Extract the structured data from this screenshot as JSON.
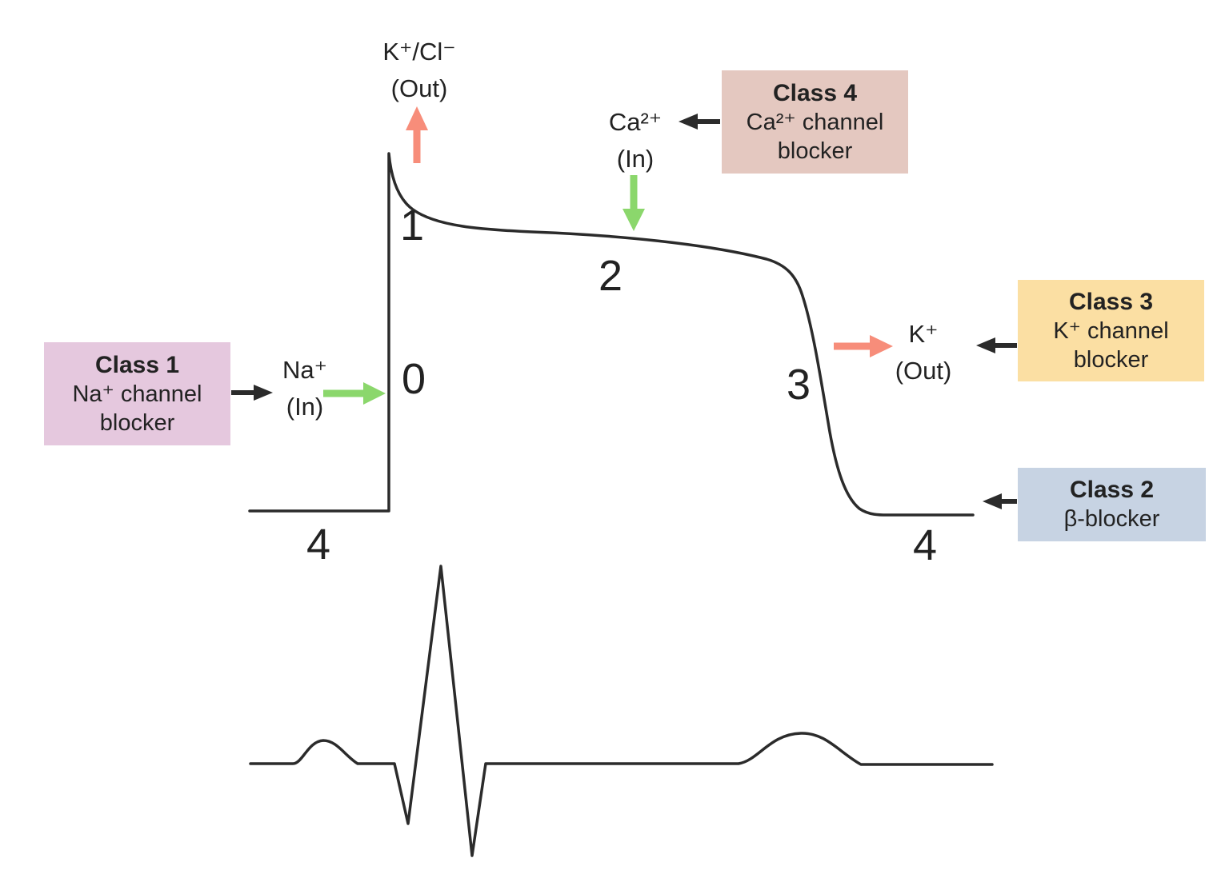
{
  "colors": {
    "background": "#ffffff",
    "line": "#2b2b2b",
    "text": "#222222",
    "black_arrow": "#2b2b2b",
    "green_arrow": "#8bd76c",
    "salmon_arrow": "#f78d7a",
    "class1_box": "#e5c8de",
    "class2_box": "#c7d3e3",
    "class3_box": "#fbdfa3",
    "class4_box": "#e4c8c0"
  },
  "boxes": {
    "class1": {
      "title": "Class 1",
      "line1": "Na⁺ channel",
      "line2": "blocker"
    },
    "class2": {
      "title": "Class 2",
      "line1": "β-blocker"
    },
    "class3": {
      "title": "Class 3",
      "line1": "K⁺ channel",
      "line2": "blocker"
    },
    "class4": {
      "title": "Class 4",
      "line1": "Ca²⁺ channel",
      "line2": "blocker"
    }
  },
  "ion_flows": {
    "k_cl_out": {
      "ion": "K⁺/Cl⁻",
      "direction": "(Out)"
    },
    "na_in": {
      "ion": "Na⁺",
      "direction": "(In)"
    },
    "ca_in": {
      "ion": "Ca²⁺",
      "direction": "(In)"
    },
    "k_out": {
      "ion": "K⁺",
      "direction": "(Out)"
    }
  },
  "phases": {
    "p0": "0",
    "p1": "1",
    "p2": "2",
    "p3": "3",
    "p4_left": "4",
    "p4_right": "4"
  }
}
